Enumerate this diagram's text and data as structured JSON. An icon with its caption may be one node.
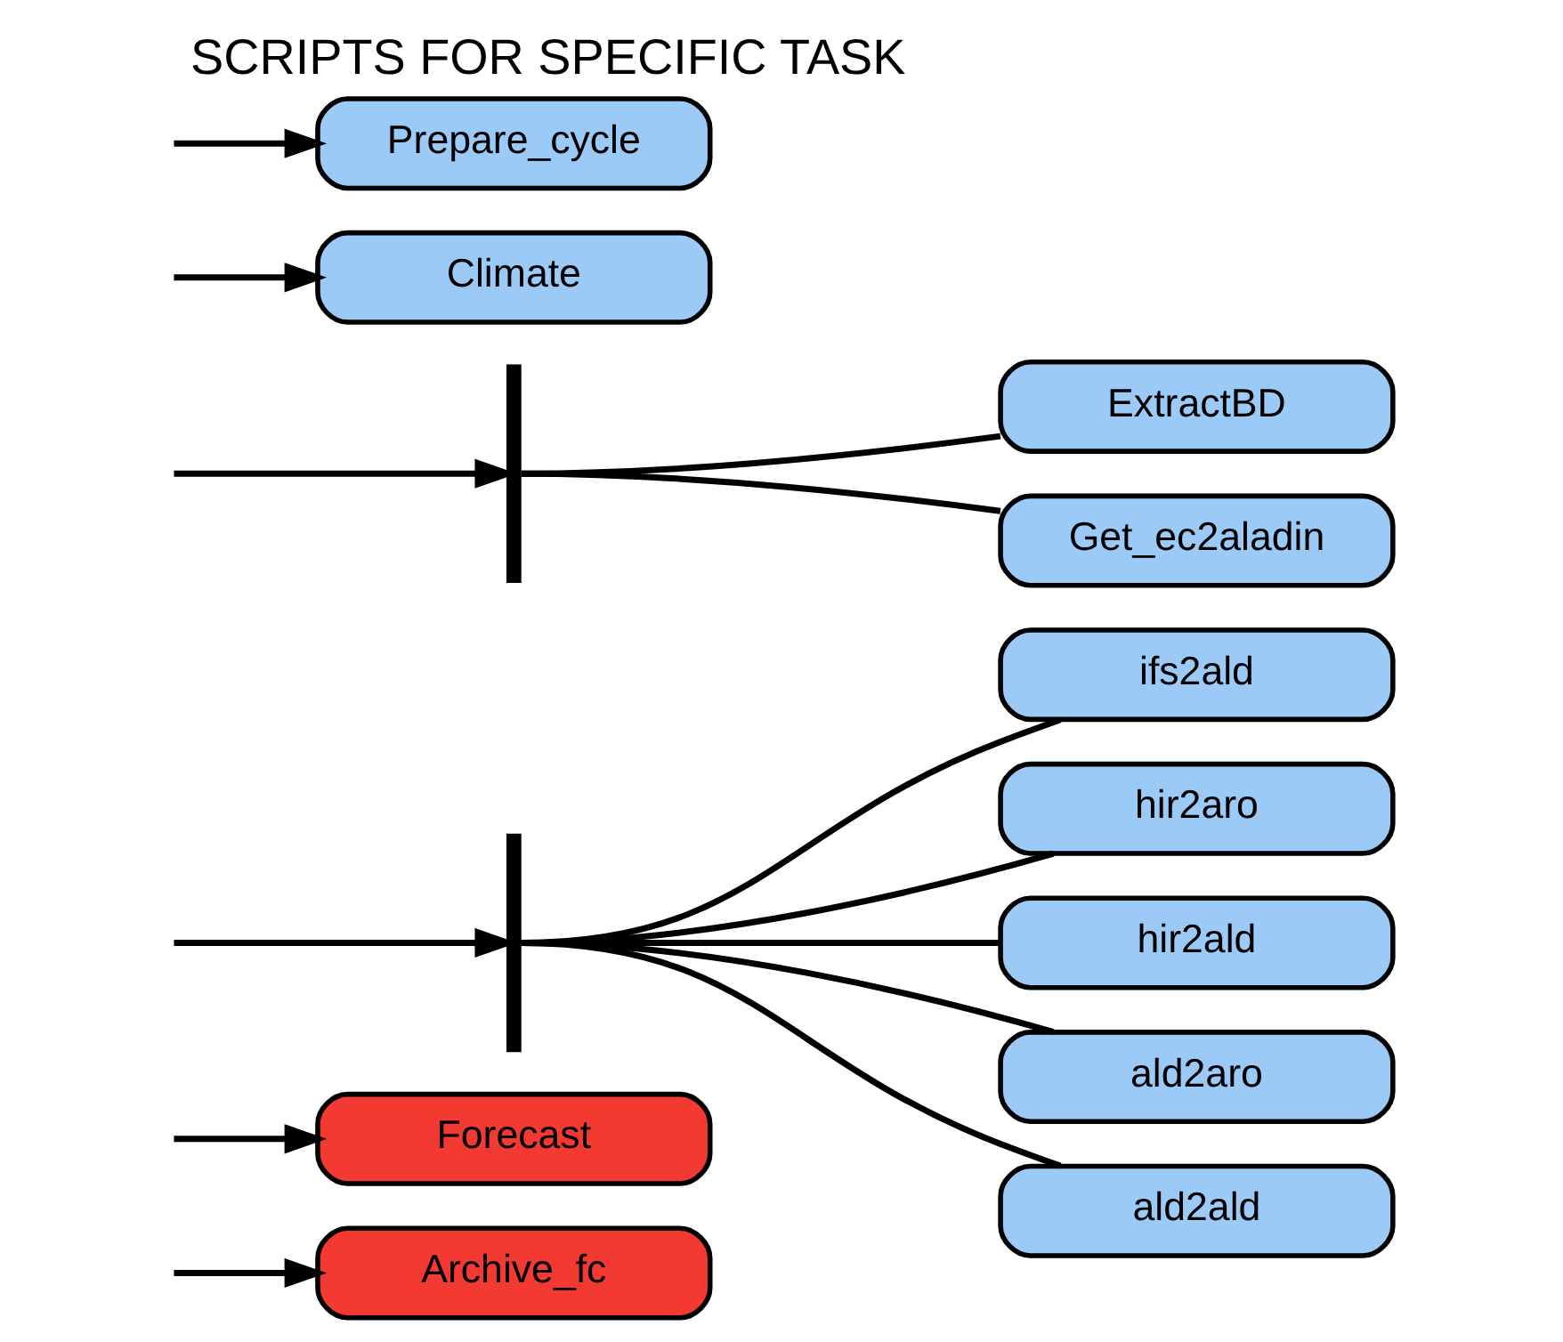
{
  "diagram": {
    "title": "SCRIPTS FOR SPECIFIC TASK",
    "nodes": [
      {
        "text": [
          "Prepare_cycle"
        ]
      },
      {
        "text": [
          "Climate"
        ]
      },
      {
        "text": [
          "Forecast"
        ]
      },
      {
        "text": [
          "Archive_fc"
        ]
      },
      {
        "text": [],
        "shape": "brace"
      },
      {
        "text": [],
        "shape": "brace"
      },
      {
        "text": [
          "Get_ec2aladin"
        ]
      },
      {
        "text": [
          "ExtractBD"
        ]
      },
      {
        "text": [
          "ald2ald"
        ]
      },
      {
        "text": [
          "ald2aro"
        ]
      },
      {
        "text": [
          "hir2ald"
        ]
      },
      {
        "text": [
          "hir2aro"
        ]
      },
      {
        "text": [
          "ifs2ald"
        ]
      }
    ],
    "edges": [
      {
        "from": null,
        "to": 0,
        "arrow": "to"
      },
      {
        "from": null,
        "to": 1,
        "arrow": "to"
      },
      {
        "from": null,
        "to": 4,
        "arrow": "to"
      },
      {
        "from": null,
        "to": 5,
        "arrow": "to"
      },
      {
        "from": null,
        "to": 2,
        "arrow": "to"
      },
      {
        "from": null,
        "to": 3,
        "arrow": "to"
      },
      {
        "from": 4,
        "to": 6,
        "arrow": "none"
      },
      {
        "from": 4,
        "to": 7,
        "arrow": "none"
      },
      {
        "from": 5,
        "to": 8,
        "arrow": "none"
      },
      {
        "from": 5,
        "to": 9,
        "arrow": "none"
      },
      {
        "from": 5,
        "to": 10,
        "arrow": "none"
      },
      {
        "from": 5,
        "to": 11,
        "arrow": "none"
      },
      {
        "from": 5,
        "to": 12,
        "arrow": "none"
      }
    ]
  }
}
